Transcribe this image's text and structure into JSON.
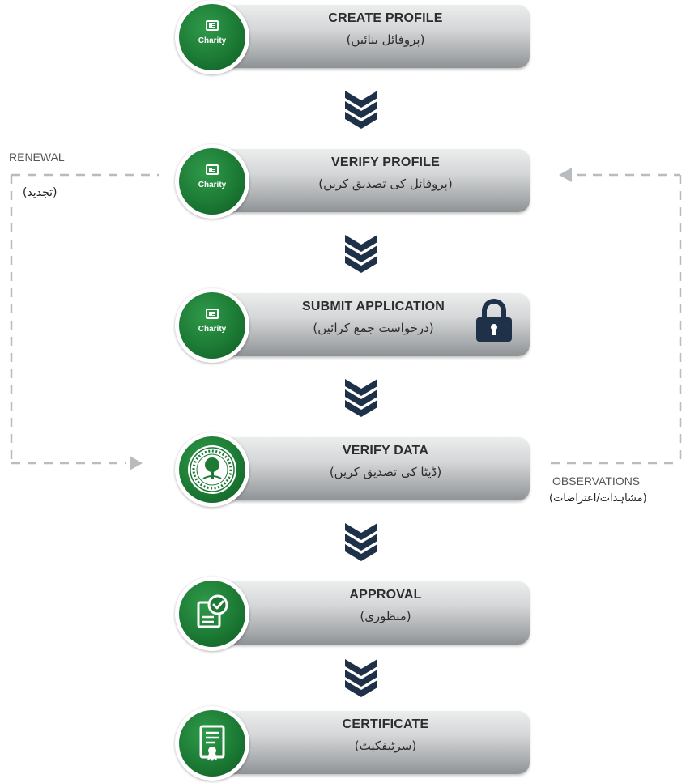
{
  "steps": [
    {
      "title": "CREATE PROFILE",
      "urdu": "(پروفائل بنائیں)",
      "icon": "charity-icon",
      "icon_label": "Charity"
    },
    {
      "title": "VERIFY PROFILE",
      "urdu": "(پروفائل کی تصدیق کریں)",
      "icon": "charity-icon",
      "icon_label": "Charity"
    },
    {
      "title": "SUBMIT APPLICATION",
      "urdu": "(درخواست جمع کرائیں)",
      "icon": "charity-icon",
      "icon_label": "Charity",
      "extra_icon": "lock-icon"
    },
    {
      "title": "VERIFY DATA",
      "urdu": "(ڈیٹا کی تصدیق کریں)",
      "icon": "emblem-seal-icon"
    },
    {
      "title": "APPROVAL",
      "urdu": "(منظوری)",
      "icon": "approved-document-icon"
    },
    {
      "title": "CERTIFICATE",
      "urdu": "(سرٹیفکیٹ)",
      "icon": "certificate-icon"
    }
  ],
  "renewal": {
    "label": "RENEWAL",
    "urdu": "(تجدید)"
  },
  "observations": {
    "label": "OBSERVATIONS",
    "urdu": "(مشاہدات/اعتراضات)"
  },
  "colors": {
    "green": "#1c7a34",
    "navy": "#1e3148",
    "bar_light": "#eceded",
    "bar_dark": "#8f9294",
    "dashed": "#b9bcbe"
  }
}
